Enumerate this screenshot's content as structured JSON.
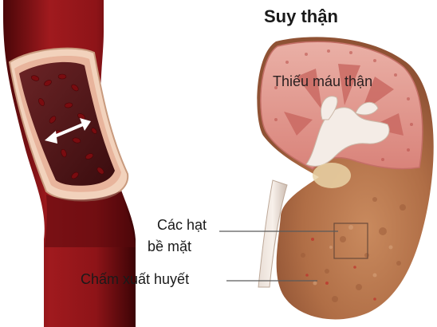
{
  "title": "Suy thận",
  "labels": {
    "ischemia": "Thiếu máu thận",
    "granules_line1": "Các hạt",
    "granules_line2": "bề mặt",
    "petechiae": "Chấm xuất huyết"
  },
  "colors": {
    "vessel": "#8e1418",
    "vessel_dark": "#4a0608",
    "kidney_tan": "#b5744c",
    "cortex_pink": "#e7a59c",
    "blood_cell": "#7a0c10",
    "arrow": "#ffffff"
  }
}
